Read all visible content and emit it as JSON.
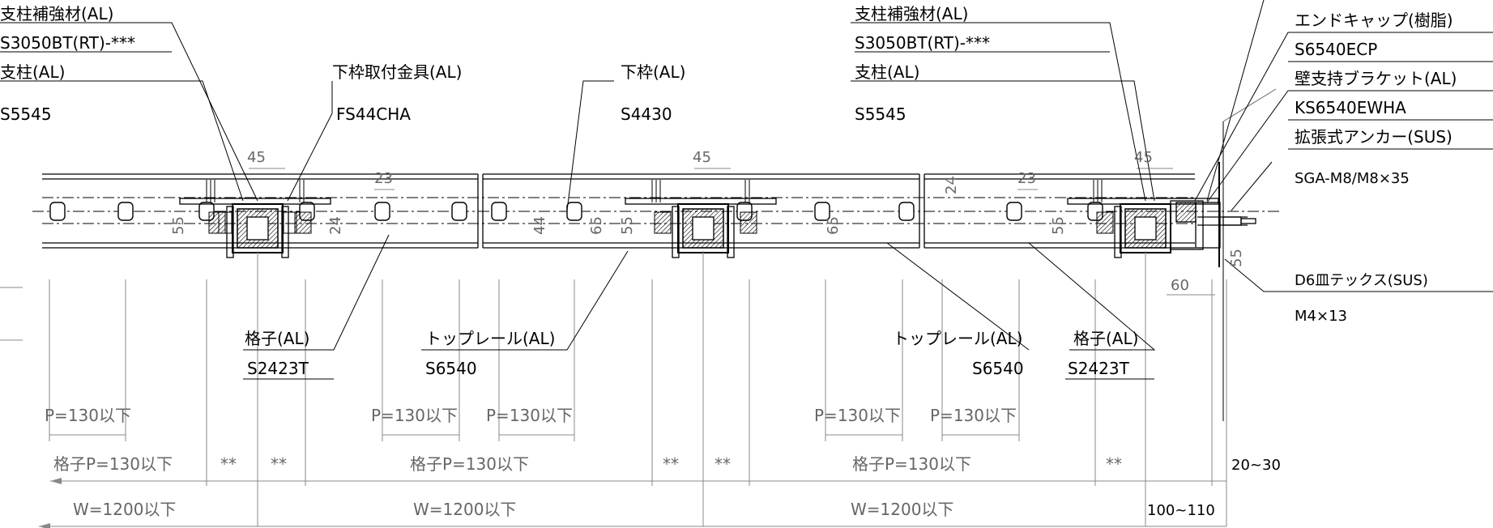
{
  "labels": {
    "left_reinforce_title": "支柱補強材(AL)",
    "left_reinforce_code": "S3050BT(RT)-***",
    "left_post_title": "支柱(AL)",
    "left_post_code": "S5545",
    "bracket_title": "下枠取付金具(AL)",
    "bracket_code": "FS44CHA",
    "lower_frame_title": "下枠(AL)",
    "lower_frame_code": "S4430",
    "right_reinforce_title": "支柱補強材(AL)",
    "right_reinforce_code": "S3050BT(RT)-***",
    "right_post_title": "支柱(AL)",
    "right_post_code": "S5545",
    "endcap_title": "エンドキャップ(樹脂)",
    "endcap_code": "S6540ECP",
    "wall_bracket_title": "壁支持ブラケット(AL)",
    "wall_bracket_code": "KS6540EWHA",
    "anchor_title": "拡張式アンカー(SUS)",
    "anchor_code": "SGA-M8/M8×35",
    "tex_title": "D6皿テックス(SUS)",
    "tex_code": "M4×13",
    "lattice1_title": "格子(AL)",
    "lattice1_code": "S2423T",
    "toprail1_title": "トップレール(AL)",
    "toprail1_code": "S6540",
    "toprail2_title": "トップレール(AL)",
    "toprail2_code": "S6540",
    "lattice2_title": "格子(AL)",
    "lattice2_code": "S2423T"
  },
  "dimensions": {
    "d45": "45",
    "d23": "23",
    "d55": "55",
    "d24": "24",
    "d44": "44",
    "d65": "65",
    "d60": "60",
    "pitch": "P=130以下",
    "lattice_pitch": "格子P=130以下",
    "stars": "**",
    "width": "W=1200以下",
    "end_gap": "20~30",
    "end_width": "100~110"
  },
  "colors": {
    "line": "#000000",
    "dim_line": "#888888"
  }
}
